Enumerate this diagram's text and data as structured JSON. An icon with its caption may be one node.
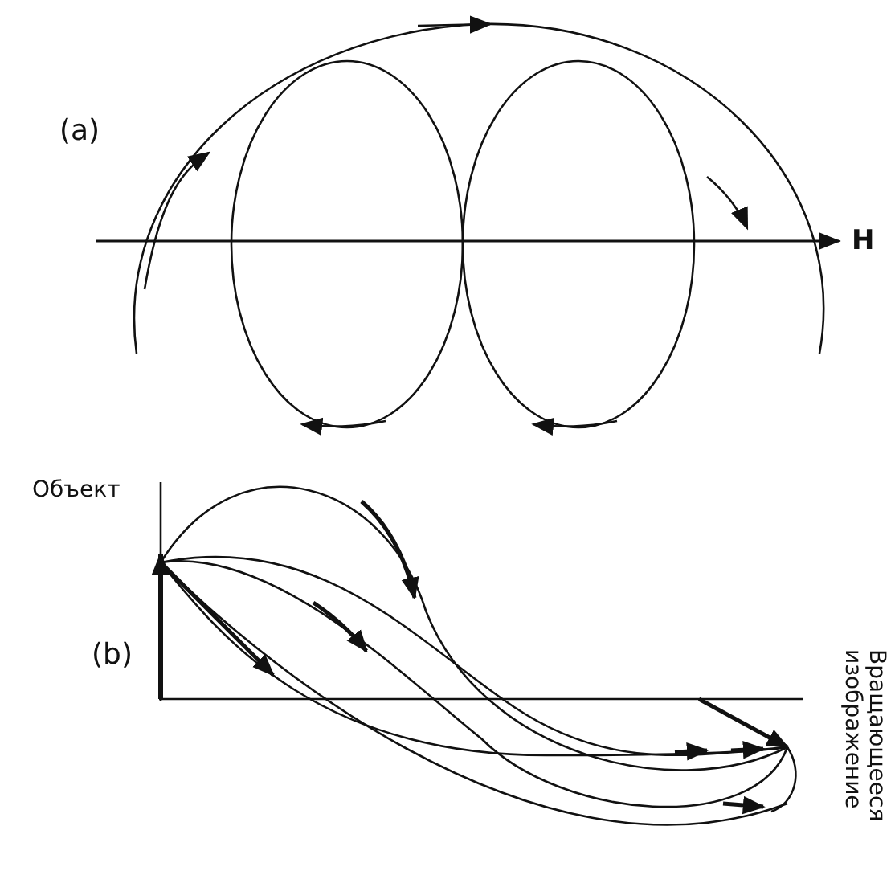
{
  "diagram": {
    "labels": [
      "(a)",
      "H",
      "Объект",
      "(b)",
      "Вращающееся изображение"
    ]
  }
}
